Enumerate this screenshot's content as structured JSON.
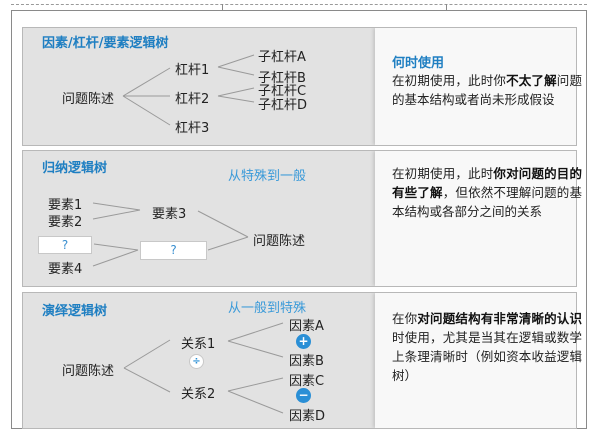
{
  "panel1": {
    "title": "因素/杠杆/要素逻辑树",
    "root": "问题陈述",
    "levers": [
      "杠杆1",
      "杠杆2",
      "杠杆3"
    ],
    "sub_levers": [
      "子杠杆A",
      "子杠杆B",
      "子杠杆C",
      "子杠杆D"
    ],
    "when_title": "何时使用",
    "desc": {
      "p1": "在初期使用，此时你",
      "bold": "不太了解",
      "p2": "问题的基本结构或者尚未形成假设"
    }
  },
  "panel2": {
    "title": "归纳逻辑树",
    "direction": "从特殊到一般",
    "elements": [
      "要素1",
      "要素2",
      "要素4"
    ],
    "element3": "要素3",
    "question": "?",
    "root": "问题陈述",
    "desc": {
      "p1": "在初期使用，此时",
      "bold": "你对问题的目的有些了解",
      "p2": "，但依然不理解问题的基本结构或各部分之间的关系"
    }
  },
  "panel3": {
    "title": "演绎逻辑树",
    "direction": "从一般到特殊",
    "root": "问题陈述",
    "relations": [
      "关系1",
      "关系2"
    ],
    "factors": [
      "因素A",
      "因素B",
      "因素C",
      "因素D"
    ],
    "ops": {
      "plus": "+",
      "minus": "−",
      "divide": "÷"
    },
    "desc": {
      "p1": "在你",
      "bold": "对问题结构有非常清晰的认识",
      "p2": "时使用，尤其是当其在逻辑或数学上条理清晰时（例如资本收益逻辑树）"
    }
  },
  "colors": {
    "accent": "#1f7fc2",
    "panel": "#e4e4e4",
    "desc_bg": "#f8f8f8"
  }
}
